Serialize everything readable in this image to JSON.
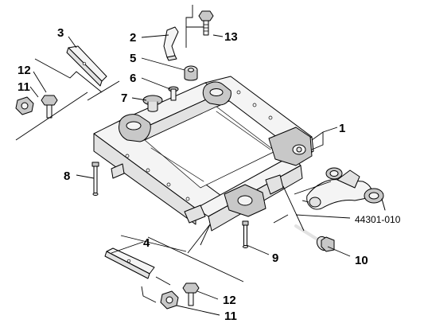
{
  "diagram": {
    "reference_code": "44301-010",
    "callouts": {
      "c1": "1",
      "c2": "2",
      "c4": "4",
      "c5": "5",
      "c6": "6",
      "c7": "7",
      "c8": "8",
      "c9": "9",
      "c10": "10",
      "c11_top": "11",
      "c11_bottom": "11",
      "c12_top": "12",
      "c12_bottom": "12",
      "c13": "13",
      "c3": "3"
    }
  }
}
